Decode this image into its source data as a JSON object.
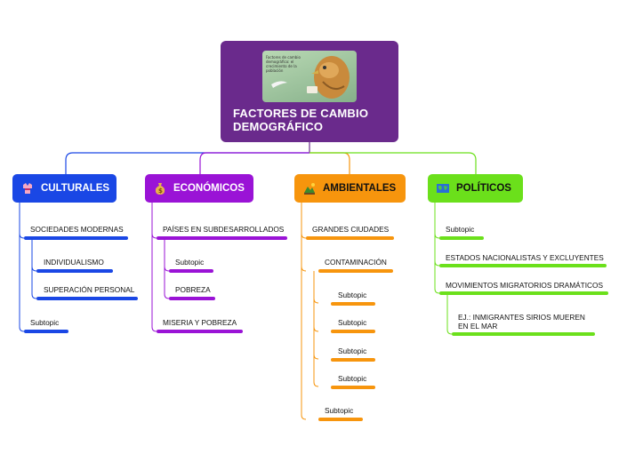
{
  "colors": {
    "root": "#6a2a8c",
    "culturales": "#1a47e5",
    "economicos": "#9a13d6",
    "ambientales": "#f7950d",
    "politicos": "#6be01b"
  },
  "root": {
    "title": "FACTORES DE CAMBIO DEMOGRÁFICO",
    "image_caption": "Factores de cambio demográfico: el crecimiento de la población",
    "image_icon": "bird-illustration"
  },
  "topics": [
    {
      "key": "culturales",
      "label": "CULTURALES",
      "icon": "kimono-icon",
      "subtopics": [
        {
          "label": "SOCIEDADES MODERNAS",
          "children": [
            "INDIVIDUALISMO",
            "SUPERACIÓN PERSONAL"
          ]
        },
        {
          "label": "Subtopic",
          "children": []
        }
      ]
    },
    {
      "key": "economicos",
      "label": "ECONÓMICOS",
      "icon": "money-bag-icon",
      "subtopics": [
        {
          "label": "PAÍSES EN SUBDESARROLLADOS",
          "children": [
            "Subtopic",
            "POBREZA"
          ]
        },
        {
          "label": "MISERIA Y POBREZA",
          "children": []
        }
      ]
    },
    {
      "key": "ambientales",
      "label": "AMBIENTALES",
      "icon": "landscape-icon",
      "subtopics": [
        {
          "label": "GRANDES CIUDADES",
          "children": []
        },
        {
          "label": "CONTAMINACIÓN",
          "children": [
            "Subtopic",
            "Subtopic",
            "Subtopic",
            "Subtopic"
          ]
        },
        {
          "label": "Subtopic",
          "children": []
        }
      ]
    },
    {
      "key": "politicos",
      "label": "POLÍTICOS",
      "icon": "world-map-icon",
      "subtopics": [
        {
          "label": "Subtopic",
          "children": []
        },
        {
          "label": "ESTADOS NACIONALISTAS Y EXCLUYENTES",
          "children": []
        },
        {
          "label": "MOVIMIENTOS MIGRATORIOS DRAMÁTICOS",
          "children": [
            "EJ.: INMIGRANTES SIRIOS MUEREN EN EL MAR"
          ]
        }
      ]
    }
  ]
}
